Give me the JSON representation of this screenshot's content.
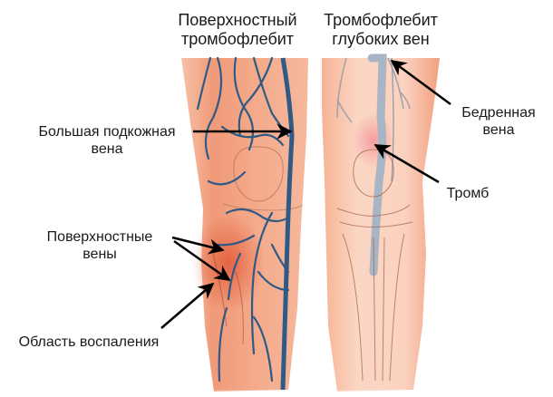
{
  "titles": {
    "left": [
      "Поверхностный",
      "тромбофлебит"
    ],
    "right": [
      "Тромбофлебит",
      "глубоких вен"
    ]
  },
  "labels": {
    "great_saphenous_vein": [
      "Большая подкожная",
      "вена"
    ],
    "superficial_veins": [
      "Поверхностные",
      "вены"
    ],
    "inflammation_area": [
      "Область воспаления"
    ],
    "femoral_vein": [
      "Бедренная",
      "вена"
    ],
    "thrombus": [
      "Тромб"
    ]
  },
  "colors": {
    "skin_light": "#fbd3c0",
    "skin": "#f4a98a",
    "skin_dark": "#ee8a66",
    "inflamed": "#e8623e",
    "vein": "#2f5a86",
    "deep_vein": "#a9b4c4",
    "bone_line": "#a0604a",
    "arrow": "#000000"
  }
}
